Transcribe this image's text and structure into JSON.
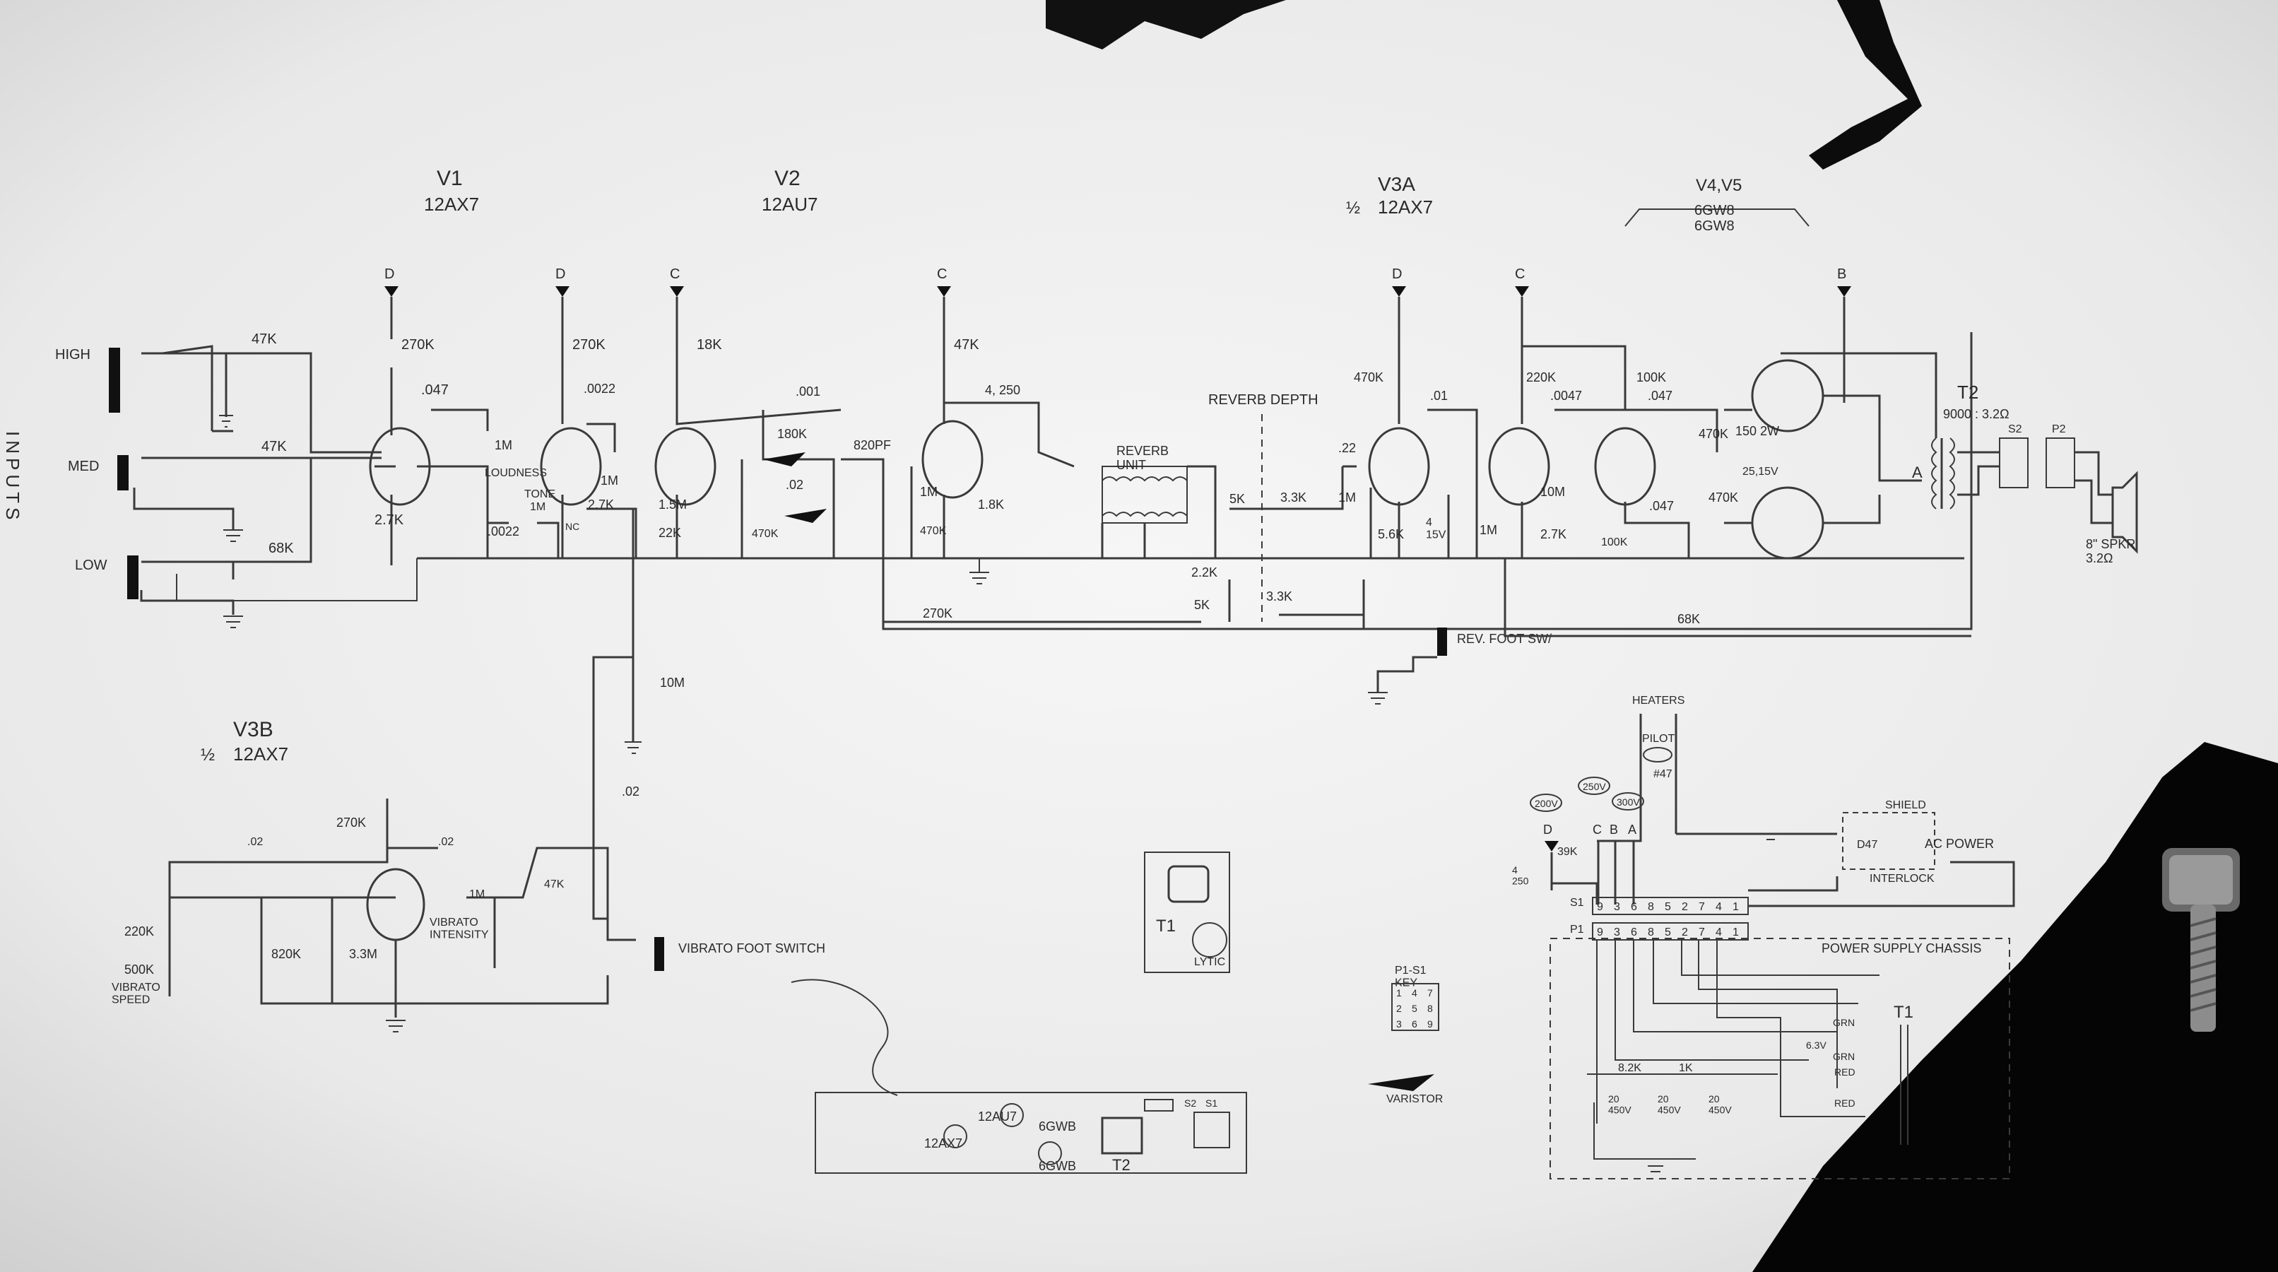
{
  "side_label": "INPUTS",
  "tubes": {
    "v1": {
      "name": "V1",
      "type": "12AX7"
    },
    "v2": {
      "name": "V2",
      "type": "12AU7"
    },
    "v3a": {
      "name": "V3A",
      "half": "½",
      "type": "12AX7"
    },
    "v4v5": {
      "name": "V4,V5",
      "type1": "6GW8",
      "type2": "6GW8"
    },
    "v3b": {
      "name": "V3B",
      "half": "½",
      "type": "12AX7"
    }
  },
  "inputs": {
    "high": "HIGH",
    "med": "MED",
    "low": "LOW"
  },
  "supply_nodes": {
    "d": "D",
    "c": "C",
    "b": "B",
    "a": "A"
  },
  "resistors": {
    "r47k": "47K",
    "r68k": "68K",
    "r270k": "270K",
    "r2_7k": "2.7K",
    "r18k": "18K",
    "r1m": "1M",
    "r1_5m": "1.5M",
    "r22k": "22K",
    "r180k": "180K",
    "r470k": "470K",
    "r1_8k": "1.8K",
    "r3_3k": "3.3K",
    "r5k": "5K",
    "r2_2k": "2.2K",
    "r5_6k": "5.6K",
    "r10m": "10M",
    "r220k": "220K",
    "r100k": "100K",
    "r150_2w": "150  2W",
    "r68k_fb": "68K",
    "r820k": "820K",
    "r3_3m": "3.3M",
    "r500k": "500K",
    "r39k": "39K",
    "r8_2k": "8.2K",
    "r1k": "1K"
  },
  "capacitors": {
    "c047": ".047",
    "c0022": ".0022",
    "c001": ".001",
    "c02": ".02",
    "c820pf": "820PF",
    "c4_250": "4, 250",
    "c22": ".22",
    "c01": ".01",
    "c0047": ".0047",
    "c4_15v": "4\n15V",
    "c25_15v": "25,15V",
    "c4_250v": "4\n250",
    "c20_450": "20\n450V"
  },
  "controls": {
    "loudness": "LOUDNESS",
    "tone": "TONE",
    "tone_value": "1M",
    "nc": "NC",
    "reverb_depth": "REVERB DEPTH",
    "reverb_unit": "REVERB\nUNIT",
    "rev_foot": "REV. FOOT SW/",
    "vibrato_intensity": "VIBRATO\nINTENSITY",
    "vibrato_speed": "VIBRATO\nSPEED",
    "vibrato_foot": "VIBRATO FOOT SWITCH"
  },
  "output": {
    "t2": "T2",
    "t2_ratio": "9000 : 3.2Ω",
    "speaker": "8\" SPKR\n3.2Ω",
    "a_label": "A",
    "s2": "S2",
    "p2": "P2"
  },
  "power": {
    "heaters": "HEATERS",
    "pilot": "PILOT",
    "pilot_no": "#47",
    "shield": "SHIELD",
    "ac_power": "AC POWER",
    "d47": "D47",
    "interlock": "INTERLOCK",
    "chassis": "POWER SUPPLY CHASSIS",
    "t1": "T1",
    "volt_d": "200V",
    "volt_c": "250V",
    "volt_b": "300V",
    "s1": "S1",
    "p1": "P1",
    "pins": [
      "9",
      "3",
      "6",
      "8",
      "5",
      "2",
      "7",
      "4",
      "1"
    ],
    "key_title": "P1-S1\nKEY",
    "key_grid": [
      "1",
      "4",
      "7",
      "2",
      "5",
      "8",
      "3",
      "6",
      "9"
    ],
    "t1_taps": [
      "6.3V",
      "GRN",
      "GRN",
      "RED",
      "RED"
    ]
  },
  "layout_boxes": {
    "t1": "T1",
    "lytic": "LYTIC",
    "chassis_tubes": [
      "12AU7",
      "12AX7",
      "6GWB",
      "6GWB"
    ],
    "t2": "T2",
    "s2": "S2",
    "s1": "S1"
  },
  "legend": {
    "varistor": "VARISTOR"
  }
}
